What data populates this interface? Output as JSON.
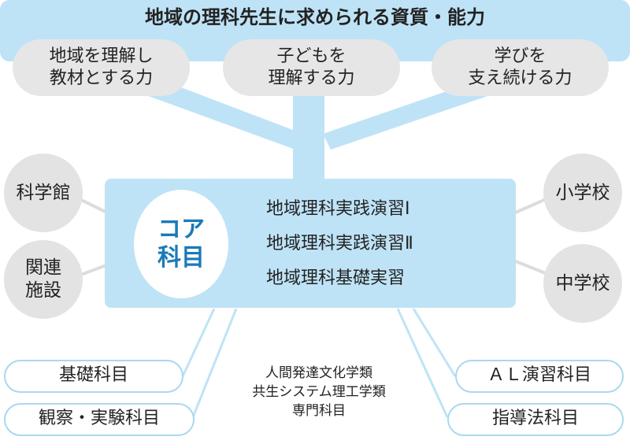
{
  "banner": {
    "title": "地域の理科先生に求められる資質・能力"
  },
  "abilities": [
    {
      "line1": "地域を理解し",
      "line2": "教材とする力"
    },
    {
      "line1": "子どもを",
      "line2": "理解する力"
    },
    {
      "line1": "学びを",
      "line2": "支え続ける力"
    }
  ],
  "core": {
    "label_line1": "コア",
    "label_line2": "科目",
    "items": [
      "地域理科実践演習Ⅰ",
      "地域理科実践演習Ⅱ",
      "地域理科基礎実習"
    ]
  },
  "left_partners": [
    {
      "line1": "科学館",
      "line2": ""
    },
    {
      "line1": "関連",
      "line2": "施設"
    }
  ],
  "right_partners": [
    {
      "line1": "小学校"
    },
    {
      "line1": "中学校"
    }
  ],
  "bottom_left": [
    "基礎科目",
    "観察・実験科目"
  ],
  "bottom_right": [
    "ＡＬ演習科目",
    "指導法科目"
  ],
  "other_courses": [
    "人間発達文化学類",
    "共生システム理工学類",
    "専門科目"
  ],
  "colors": {
    "light_blue": "#bfe3f6",
    "circle_gray": "#e3e3e3",
    "core_text_blue": "#1a7ab8",
    "tag_border": "#a9d8f0"
  }
}
